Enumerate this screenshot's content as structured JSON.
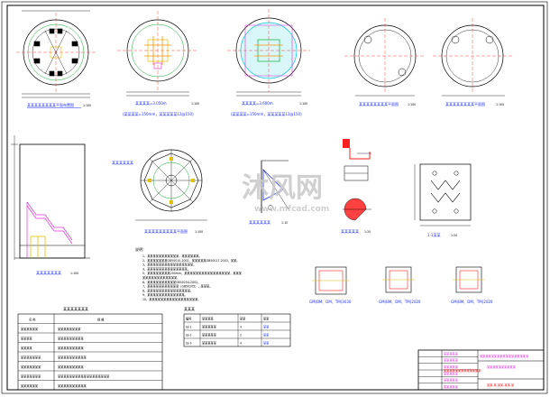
{
  "colors": {
    "frame": "#000000",
    "line_white": "#000000",
    "cyan": "#00c8d8",
    "green": "#10b030",
    "blue": "#2030ff",
    "red": "#ff2020",
    "magenta": "#e030e0",
    "yellow": "#e0c000",
    "orange": "#ff9000",
    "watermark": "#c8c8c8"
  },
  "watermark": {
    "text": "沐风网",
    "url": "www.mfcad.com"
  },
  "figures": {
    "top_plan": {
      "title": "某某某某某某某某平面布置图",
      "scale": "1:100"
    },
    "rebar_1": {
      "title": "某某某某某某某某某平面布置图",
      "scale": "1:100",
      "note_line1": "(某某某某=150mm，某某某某某12@150)",
      "note_label": "某某某某=3.050m"
    },
    "rebar_2": {
      "title": "某某某某某某某某某平面布置图",
      "scale": "1:100",
      "note_line1": "(某某某某=150mm，某某某某某12@150)",
      "note_label": "某某某某=3.600m"
    },
    "circle_plan_1": {
      "title": "某某某某某某某某平面图",
      "scale": "1:100"
    },
    "circle_plan_2": {
      "title": "某某某某某某某某平面图",
      "scale": "1:100"
    },
    "elevation": {
      "title": "某某某某某某某",
      "scale": "1:100"
    },
    "radial_plan": {
      "title": "某某某某某某某某某平面图",
      "scale": "1:100",
      "label": "某某某某某某"
    },
    "bracket_detail": {
      "title": "某某某某某某",
      "scale": "1:10"
    },
    "stair_detail": {
      "title": "某某某某某",
      "scale": "1:20"
    },
    "node_detail": {
      "title": "1-1某某",
      "scale": "1:20"
    },
    "joint_1": {
      "caption": "GM(BM、DM、TM)3030"
    },
    "joint_2": {
      "caption": "GM(BM、DM、TM)2020"
    },
    "joint_3": {
      "caption": "GM(BM、DM、TM)2020"
    }
  },
  "notes": {
    "heading": "说明：",
    "items": [
      "1、某某某某某某某某某某某，某某某某某某。",
      "2、某某某某某某某GB50010-2002，某某某某某GB50017-2003，某某。",
      "3、某某某某某某某某某某某某某某某某。",
      "4、某某某某某某某某某某某某某某。",
      "5、某某某某某某某某200mm，某某某某某某某某某某某某某某某某，某某某",
      "   某某某某某某某某某某某某。",
      "6、某某某某某某某某某某GB50204-2002。",
      "7、某某某某某某某某某某某（GB50205），某某某。",
      "8、某某某某某某某某某某某某某某某。",
      "9、某某某某某某某某某某某某某。",
      "10、某某某某某某某某某某某某某某某某某。"
    ]
  },
  "material_table": {
    "title": "某某某某某某某",
    "headers": [
      "名  称",
      "规  格"
    ],
    "rows": [
      [
        "某某某某某某",
        "某某某某某某某某"
      ],
      [
        "某某某某",
        "某某某某某某某某某"
      ],
      [
        "某某某某",
        "某某某某某某某某某"
      ],
      [
        "某某某某某某某",
        "某某某某某某某某某某"
      ],
      [
        "某某某某某某某",
        "某某某某某某某某某"
      ],
      [
        "某某某某某某某",
        "某某某某某某某某某某某某某某某某某某"
      ],
      [
        "某某某某某某",
        "某某某某某某某某某某"
      ]
    ]
  },
  "parts_table": {
    "title": "某某某",
    "headers": [
      "编号",
      "某某某某",
      "某某",
      "某某"
    ],
    "rows": [
      [
        "GJ-1",
        "某某某某某",
        "4",
        "某某"
      ],
      [
        "GJ-2",
        "某某某某某",
        "2",
        "某某"
      ],
      [
        "GJ-3",
        "某某某某某",
        "4",
        "某某"
      ]
    ]
  },
  "title_block": {
    "company": "某某某某某某某某某某某某某某某某某",
    "project": "某某某某某某某某某某",
    "drawing_title": "某某某某某某某某某某某某某",
    "drawing_no": "某某-某-某某-某某-某",
    "rows": [
      "某某某某某",
      "某某某某某",
      "某某某某某",
      "某某某某某",
      "某某某某某",
      "某某某某某"
    ]
  }
}
